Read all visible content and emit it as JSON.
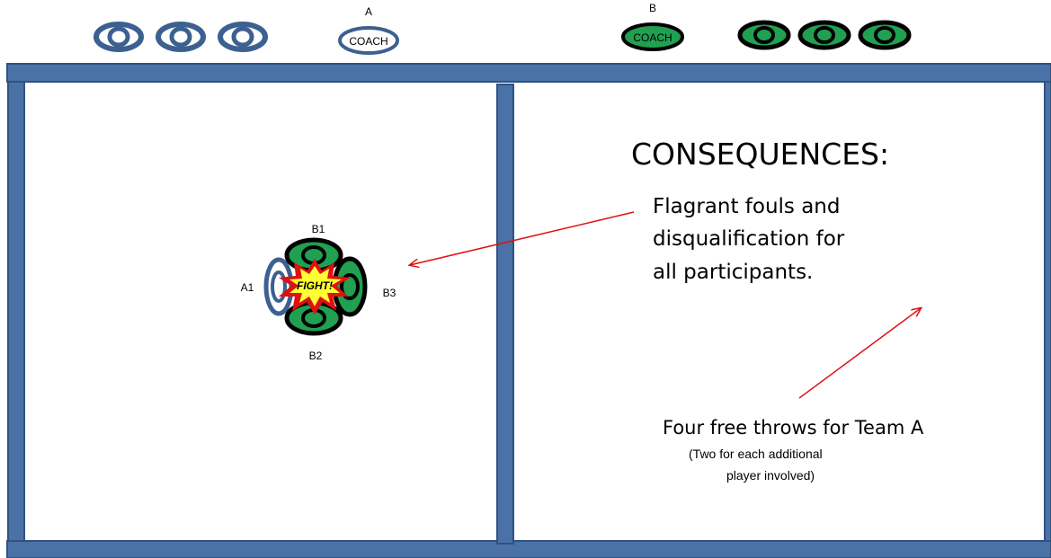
{
  "bench": {
    "team_a": {
      "label": "A",
      "coach": "COACH",
      "players": 3
    },
    "team_b": {
      "label": "B",
      "coach": "COACH",
      "players": 3
    }
  },
  "play": {
    "player_a1": "A1",
    "player_b1": "B1",
    "player_b2": "B2",
    "player_b3": "B3",
    "burst_text": "FIGHT!"
  },
  "consequences": {
    "title": "CONSEQUENCES:",
    "line1": "Flagrant fouls and",
    "line2": "disqualification for",
    "line3": "all participants.",
    "free_throws": "Four free throws for Team A",
    "note1": "(Two for each additional",
    "note2": "player involved)"
  },
  "colors": {
    "court_line": "#4a72a6",
    "team_a": "#3c6090",
    "team_b": "#20a050",
    "burst_outer": "#e01010",
    "burst_inner": "#ffff33",
    "arrow": "#e01010"
  }
}
